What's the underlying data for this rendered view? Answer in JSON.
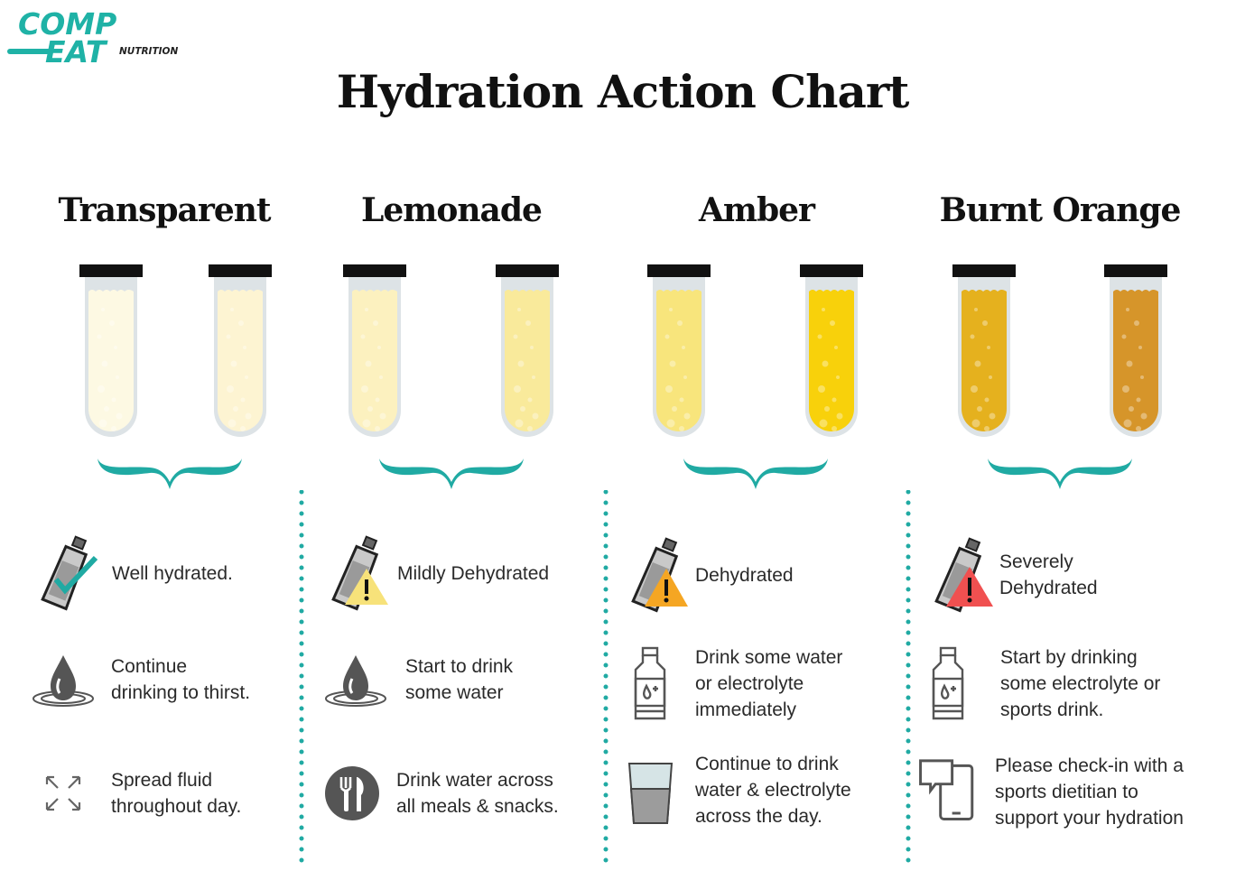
{
  "brand": {
    "logo_line1": "COMP",
    "logo_line2": "EAT",
    "logo_tag": "NUTRITION",
    "color": "#1fb2a6"
  },
  "title": "Hydration Action Chart",
  "accent_color": "#20aaa3",
  "columns": [
    {
      "name": "Transparent",
      "tube_colors": [
        "#fdf9e3",
        "#fdf4d2"
      ],
      "status": {
        "label": "Well hydrated.",
        "icon": "bottle-check-icon"
      },
      "actions": [
        {
          "icon": "water-drop-icon",
          "text": "Continue\ndrinking to thirst."
        },
        {
          "icon": "expand-arrows-icon",
          "text": "Spread fluid\nthroughout day."
        }
      ]
    },
    {
      "name": "Lemonade",
      "tube_colors": [
        "#fcf1bf",
        "#f9ea9b"
      ],
      "status": {
        "label": "Mildly Dehydrated",
        "icon": "bottle-warning-yellow-icon"
      },
      "actions": [
        {
          "icon": "water-drop-icon",
          "text": "Start to drink\nsome water"
        },
        {
          "icon": "fork-knife-icon",
          "text": "Drink water across\nall meals & snacks."
        }
      ]
    },
    {
      "name": "Amber",
      "tube_colors": [
        "#f8e57c",
        "#f8d10b"
      ],
      "status": {
        "label": "Dehydrated",
        "icon": "bottle-warning-orange-icon"
      },
      "actions": [
        {
          "icon": "electrolyte-bottle-icon",
          "text": "Drink some water\nor electrolyte\nimmediately"
        },
        {
          "icon": "water-glass-icon",
          "text": "Continue to drink\nwater & electrolyte\nacross the day."
        }
      ]
    },
    {
      "name": "Burnt Orange",
      "tube_colors": [
        "#e5b11e",
        "#d6952a"
      ],
      "status": {
        "label": "Severely\nDehydrated",
        "icon": "bottle-warning-red-icon"
      },
      "actions": [
        {
          "icon": "electrolyte-bottle-icon",
          "text": "Start by drinking\nsome electrolyte or\nsports drink."
        },
        {
          "icon": "phone-chat-icon",
          "text": "Please check-in with a\nsports dietitian to\nsupport your hydration"
        }
      ]
    }
  ]
}
